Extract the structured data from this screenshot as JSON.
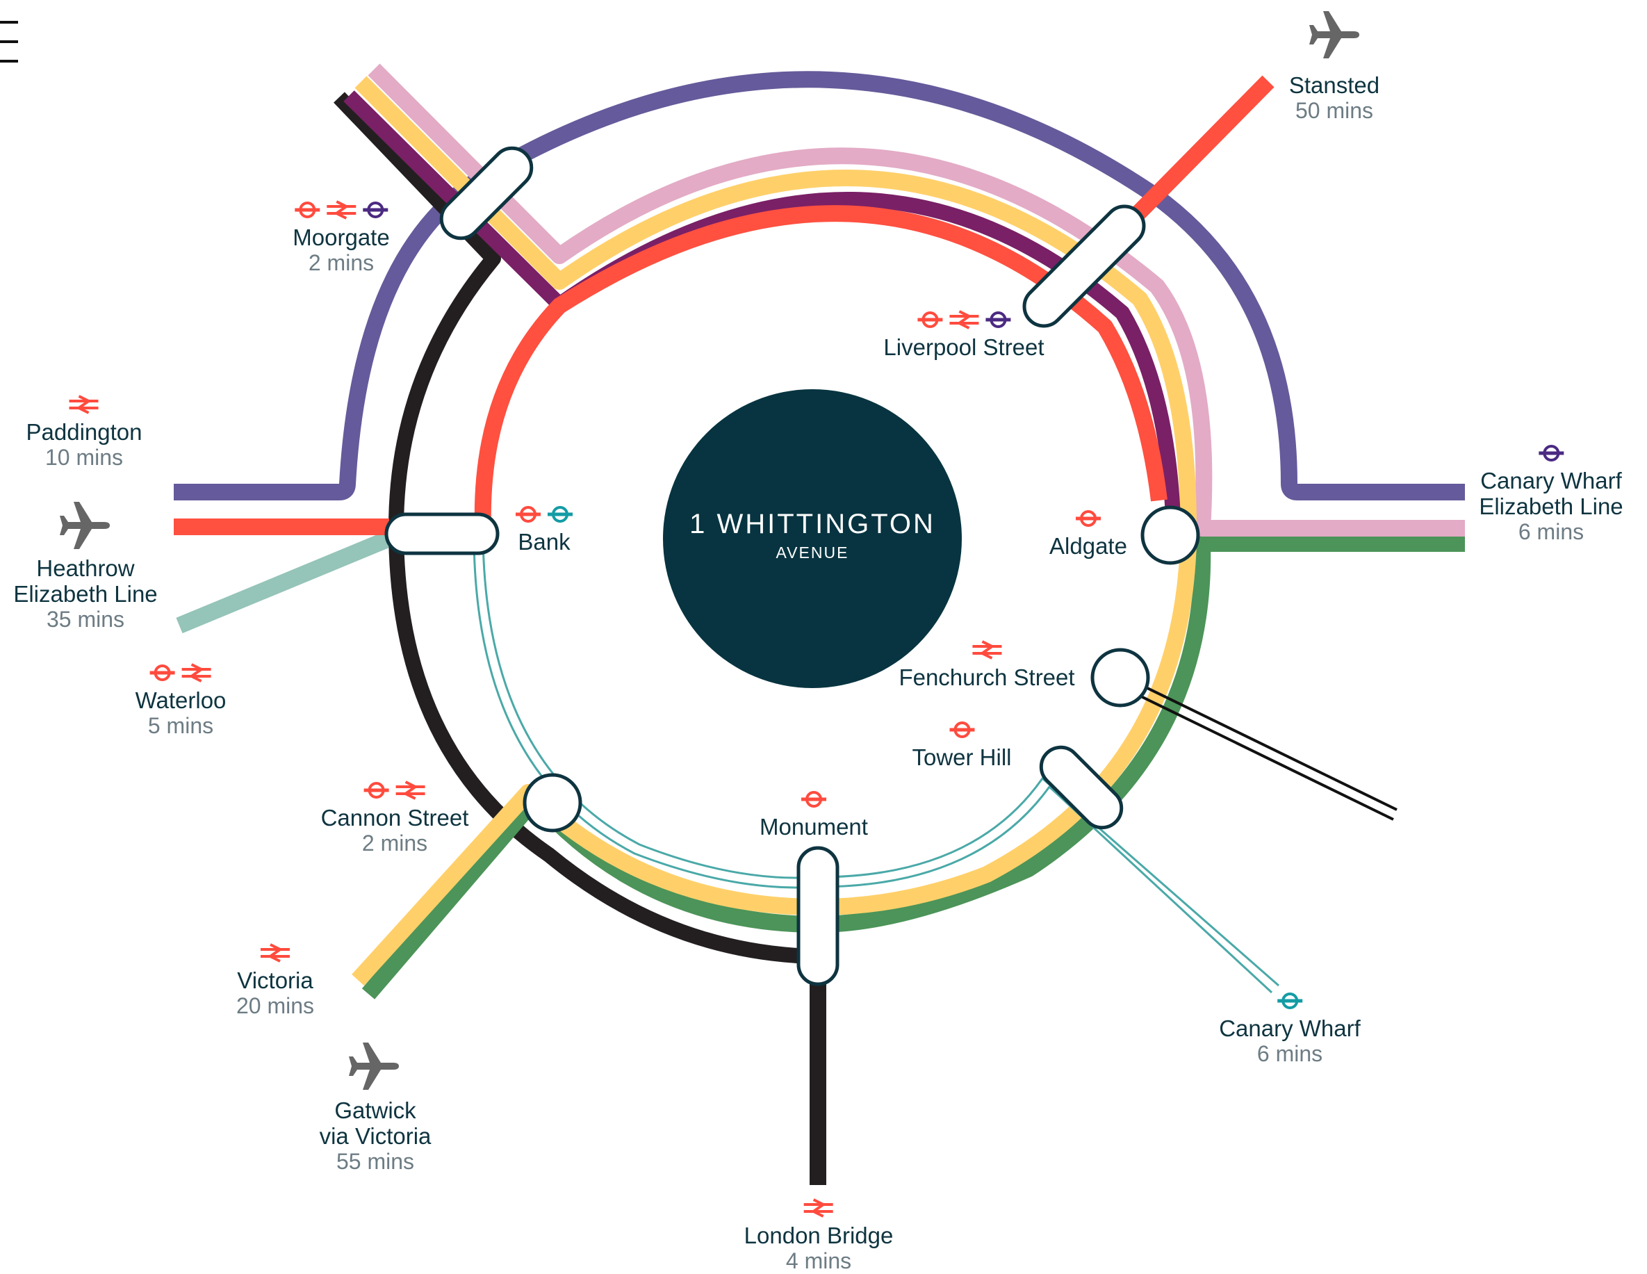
{
  "hub": {
    "title": "1 WHITTINGTON",
    "subtitle": "AVENUE"
  },
  "colors": {
    "elizabeth": "#655a9b",
    "central": "#ff5040",
    "hammersmith": "#e3abc6",
    "circle": "#ffd06a",
    "metropolitan": "#7a2066",
    "northern": "#231f20",
    "district": "#4c9459",
    "dlr": "#4aa9a8",
    "waterloo_city": "#95c4b8",
    "c2c": "#111111",
    "hub": "#073440",
    "label": "#0e3440",
    "time": "#6d7c84",
    "rail_icon": "#ff4b3e",
    "tube_icon": "#ff4b3e",
    "dlr_icon": "#149ca5",
    "elizabeth_icon": "#4b2a82",
    "plane": "#666666"
  },
  "stations": {
    "moorgate": {
      "name": "Moorgate",
      "time": "2 mins",
      "icons": [
        "tube",
        "rail",
        "elizabeth"
      ]
    },
    "liverpool_street": {
      "name": "Liverpool Street",
      "icons": [
        "tube",
        "rail",
        "elizabeth"
      ]
    },
    "stansted": {
      "name": "Stansted",
      "time": "50 mins",
      "icons": [
        "plane"
      ]
    },
    "paddington": {
      "name": "Paddington",
      "time": "10 mins",
      "icons": [
        "rail"
      ]
    },
    "heathrow": {
      "name": "Heathrow",
      "line2": "Elizabeth Line",
      "time": "35 mins",
      "icons": [
        "plane"
      ]
    },
    "bank": {
      "name": "Bank",
      "icons": [
        "tube",
        "dlr"
      ]
    },
    "canary_wharf_el": {
      "name": "Canary Wharf",
      "line2": "Elizabeth Line",
      "time": "6 mins",
      "icons": [
        "elizabeth"
      ]
    },
    "aldgate": {
      "name": "Aldgate",
      "icons": [
        "tube"
      ]
    },
    "fenchurch_street": {
      "name": "Fenchurch Street",
      "icons": [
        "rail"
      ]
    },
    "tower_hill": {
      "name": "Tower Hill",
      "icons": [
        "tube"
      ]
    },
    "waterloo": {
      "name": "Waterloo",
      "time": "5 mins",
      "icons": [
        "tube",
        "rail"
      ]
    },
    "cannon_street": {
      "name": "Cannon Street",
      "time": "2 mins",
      "icons": [
        "tube",
        "rail"
      ]
    },
    "monument": {
      "name": "Monument",
      "icons": [
        "tube"
      ]
    },
    "victoria": {
      "name": "Victoria",
      "time": "20 mins",
      "icons": [
        "rail"
      ]
    },
    "gatwick": {
      "name": "Gatwick",
      "line2": "via Victoria",
      "time": "55 mins",
      "icons": [
        "plane"
      ]
    },
    "canary_wharf_dlr": {
      "name": "Canary Wharf",
      "time": "6 mins",
      "icons": [
        "dlr"
      ]
    },
    "london_bridge": {
      "name": "London Bridge",
      "time": "4 mins",
      "icons": [
        "rail"
      ]
    }
  }
}
